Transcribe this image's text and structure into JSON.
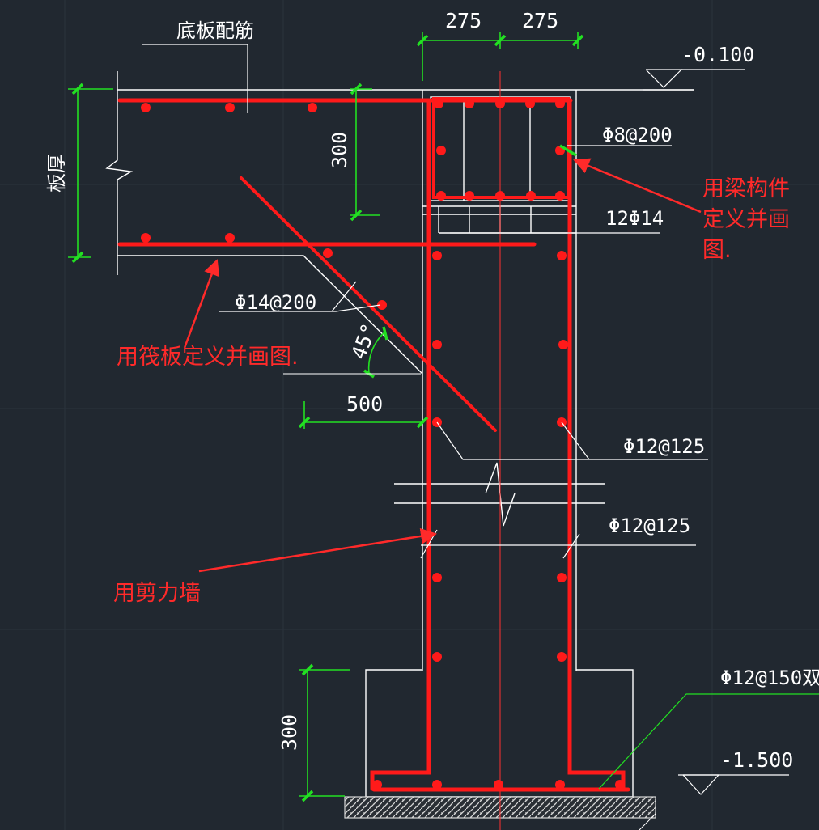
{
  "colors": {
    "background": "#212830",
    "grid": "#2b333d",
    "line": "#ffffff",
    "rebar": "#ff1a1a",
    "dimension": "#22e022",
    "annotation": "#ff2a2a",
    "hatch": "#cfcfcf"
  },
  "dimensions": {
    "top_left_width": "275",
    "top_right_width": "275",
    "beam_height": "300",
    "haunch_length": "500",
    "footing_height": "300",
    "slab_thickness_label": "板厚"
  },
  "levels": {
    "top": "-0.100",
    "bottom": "-1.500"
  },
  "labels": {
    "slab_rebar_title": "底板配筋",
    "stirrup": "Φ8@200",
    "longitudinal": "12Φ14",
    "haunch_bar": "Φ14@200",
    "angle": "45°",
    "wall_bar_upper": "Φ12@125",
    "wall_bar_lower": "Φ12@125",
    "footing_bar": "Φ12@150双"
  },
  "annotations": {
    "beam_note_line1": "用梁构件",
    "beam_note_line2": "定义并画",
    "beam_note_line3": "图.",
    "raft_note": "用筏板定义并画图.",
    "wall_note": "用剪力墙"
  }
}
